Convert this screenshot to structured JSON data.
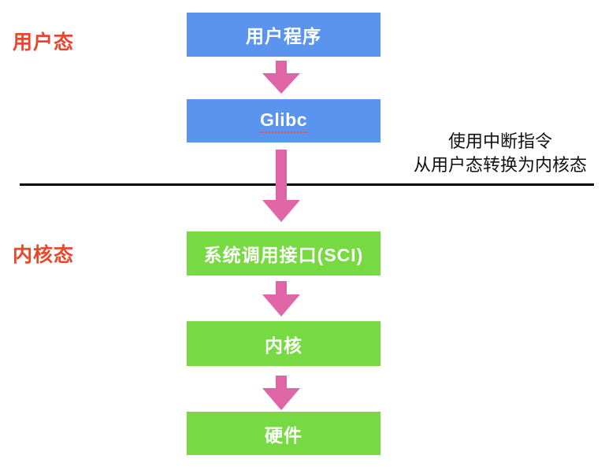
{
  "labels": {
    "user_mode": "用户态",
    "kernel_mode": "内核态"
  },
  "boxes": [
    {
      "id": "user-program",
      "label": "用户程序",
      "color": "blue"
    },
    {
      "id": "glibc",
      "label": "Glibc",
      "color": "blue"
    },
    {
      "id": "sci",
      "label": "系统调用接口(SCI)",
      "color": "green"
    },
    {
      "id": "kernel",
      "label": "内核",
      "color": "green"
    },
    {
      "id": "hardware",
      "label": "硬件",
      "color": "green"
    }
  ],
  "annotation": {
    "line1": "使用中断指令",
    "line2": "从用户态转换为内核态"
  },
  "arrows": [
    {
      "from": "user-program",
      "to": "glibc"
    },
    {
      "from": "glibc",
      "to": "sci"
    },
    {
      "from": "sci",
      "to": "kernel"
    },
    {
      "from": "kernel",
      "to": "hardware"
    }
  ],
  "colors": {
    "box_blue": "#5A94EE",
    "box_green": "#77DA43",
    "arrow_pink": "#DF65A6",
    "label_red": "#E8472B",
    "divider_black": "#000000"
  }
}
